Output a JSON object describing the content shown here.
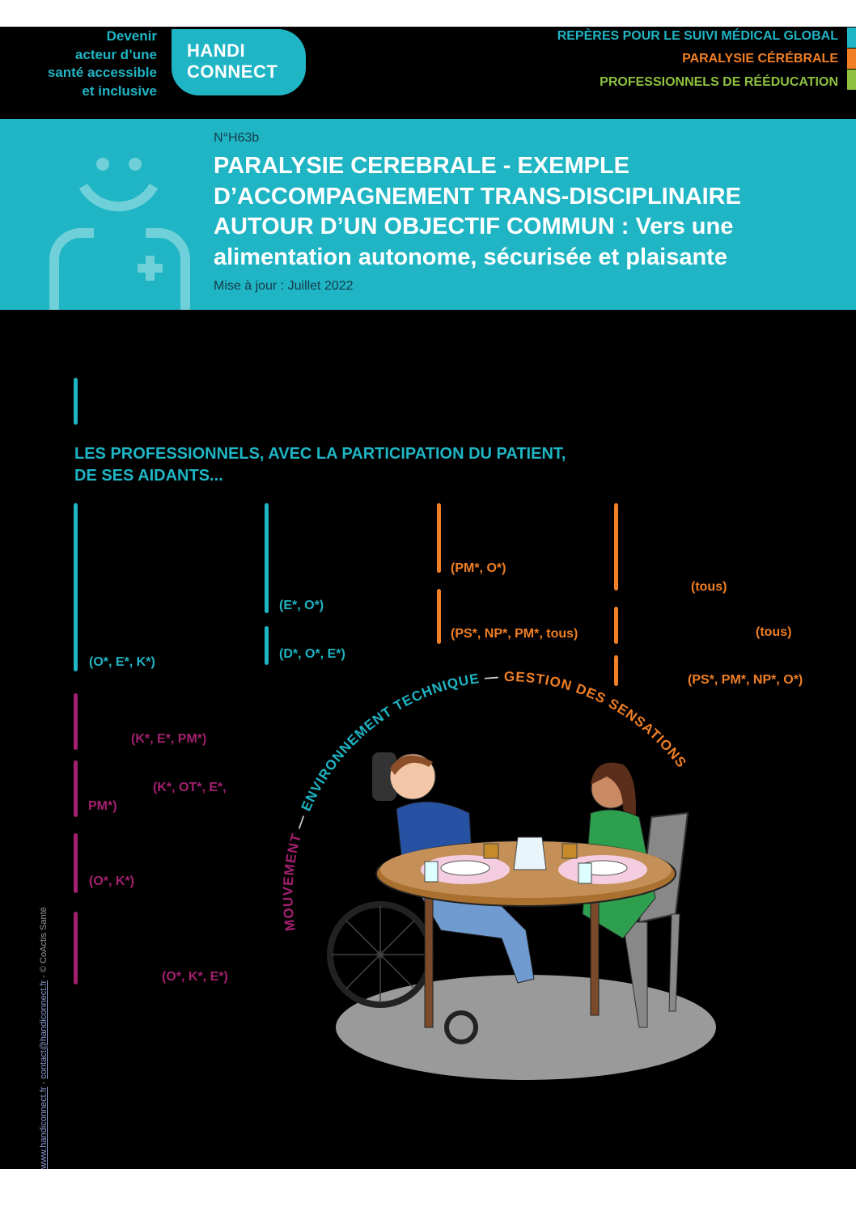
{
  "header": {
    "tagline": [
      "Devenir",
      "acteur d’une",
      "santé accessible",
      "et inclusive"
    ],
    "logo": [
      "HANDI",
      "CONNECT"
    ],
    "categories": [
      {
        "label": "REPÈRES POUR LE SUIVI MÉDICAL GLOBAL",
        "color": "#1fb5c4"
      },
      {
        "label": "PARALYSIE CÉRÉBRALE",
        "color": "#f07f25"
      },
      {
        "label": "PROFESSIONNELS DE RÉÉDUCATION",
        "color": "#8dc13f"
      }
    ]
  },
  "banner": {
    "number": "N°H63b",
    "title_caps": "PARALYSIE CEREBRALE - EXEMPLE D’ACCOMPAGNEMENT TRANS-DISCIPLINAIRE AUTOUR D’UN OBJECTIF COMMUN :",
    "title_rest": " Vers une alimentation autonome, sécurisée et plaisante",
    "update": "Mise à jour : Juillet 2022"
  },
  "section": {
    "heading_line1": "LES PROFESSIONNELS, AVEC LA PARTICIPATION DU PATIENT,",
    "heading_line2": "DE SES AIDANTS..."
  },
  "labels": {
    "teal": [
      "(O*, E*, K*)",
      "(E*, O*)",
      "(D*, O*, E*)"
    ],
    "orange": [
      "(PM*, O*)",
      "(PS*, NP*, PM*, tous)",
      "(tous)",
      "(tous)",
      "(PS*, PM*, NP*, O*)"
    ],
    "magenta": [
      "(K*, E*, PM*)",
      "(K*, OT*, E*,",
      "PM*)",
      "(O*, K*)",
      "(O*, K*, E*)"
    ]
  },
  "arc": {
    "mouvement": "MOUVEMENT",
    "sep": " — ",
    "environnement": "ENVIRONNEMENT TECHNIQUE",
    "sensations": "GESTION DES SENSATIONS"
  },
  "footer": {
    "website": "www.handiconnect.fr",
    "email": "contact@handiconnect.fr",
    "sep": " - ",
    "copyright": "© CoActis Santé"
  }
}
